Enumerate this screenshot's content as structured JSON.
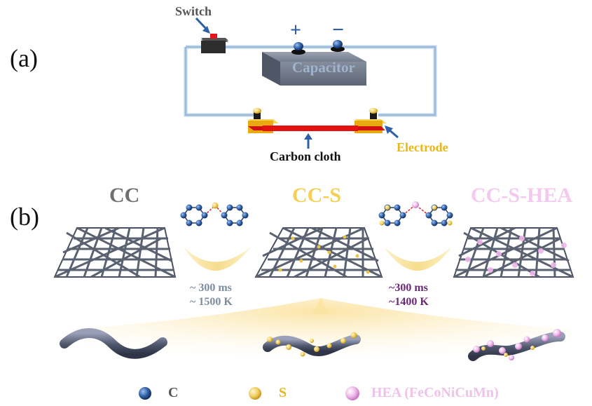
{
  "panels": {
    "a": "(a)",
    "b": "(b)"
  },
  "circuit": {
    "switch_label": "Switch",
    "plus_sign": "+",
    "minus_sign": "−",
    "capacitor_label": "Capacitor",
    "carbon_cloth_label": "Carbon cloth",
    "electrode_label": "Electrode"
  },
  "process": {
    "stages": [
      "CC",
      "CC-S",
      "CC-S-HEA"
    ],
    "step1": {
      "time": "~ 300 ms",
      "temperature": "~ 1500 K"
    },
    "step2": {
      "time": "~300 ms",
      "temperature": "~1400 K"
    }
  },
  "legend": [
    "C",
    "S",
    "HEA (FeCoNiCuMn)"
  ],
  "colors": {
    "carbon": "#2f5ea6",
    "sulfur": "#f0cf63",
    "hea": "#efb7ea",
    "wire": "#bcd3e9",
    "carbon_cloth": "#e3110f",
    "electrode": "#f3c232",
    "capacitor": "#7d8696",
    "mesh": "#5a6170"
  }
}
